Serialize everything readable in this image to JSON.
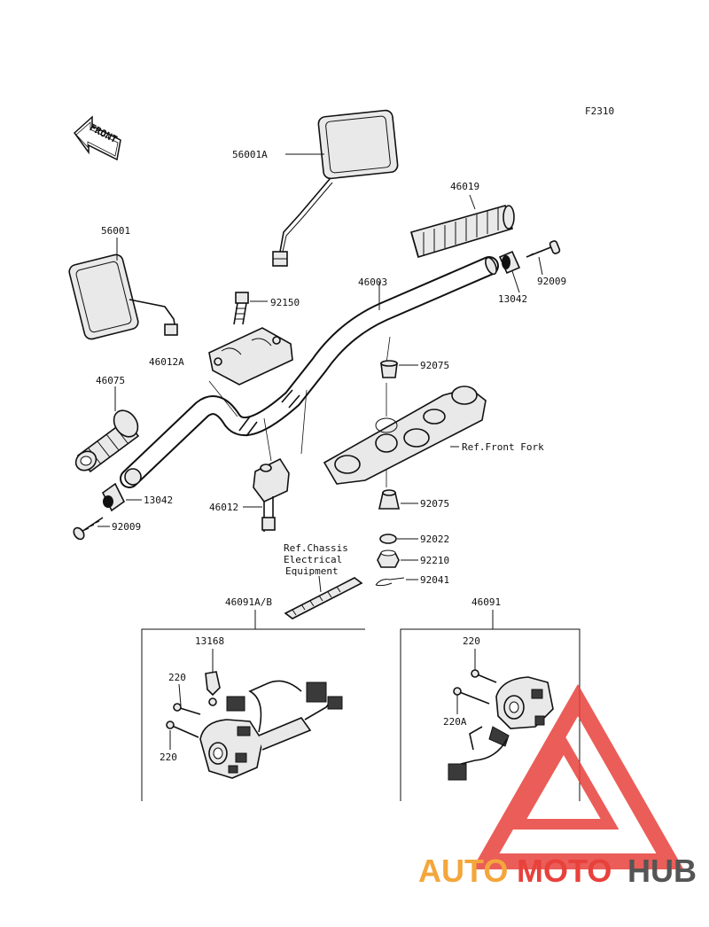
{
  "figure_code": "F2310",
  "front_arrow_label": "FRONT",
  "parts": {
    "mirror_right": "56001A",
    "mirror_left": "56001",
    "grip_right": "46019",
    "grip_left": "46075",
    "handlebar": "46003",
    "bolt_upper_clamp": "92150",
    "holder_upper": "46012A",
    "holder_lower": "46012",
    "weight_right": "13042",
    "weight_left": "13042",
    "screw_right": "92009",
    "screw_left": "92009",
    "damper_upper": "92075",
    "damper_lower": "92075",
    "washer": "92022",
    "nut": "92210",
    "cotter_pin": "92041",
    "switch_left": "46091A/B",
    "switch_right": "46091",
    "clamp": "13168",
    "screw_a": "220",
    "screw_b": "220",
    "screw_c": "220",
    "screw_d": "220A"
  },
  "references": {
    "front_fork": "Ref.Front Fork",
    "chassis_line1": "Ref.Chassis",
    "chassis_line2": "Electrical",
    "chassis_line3": "Equipment"
  },
  "watermark": {
    "text_part1": "AUTO",
    "text_part2": "MOTO",
    "text_part3": "HUB",
    "color_orange": "#f4a63c",
    "color_red": "#e8413c",
    "color_gray": "#555555"
  }
}
